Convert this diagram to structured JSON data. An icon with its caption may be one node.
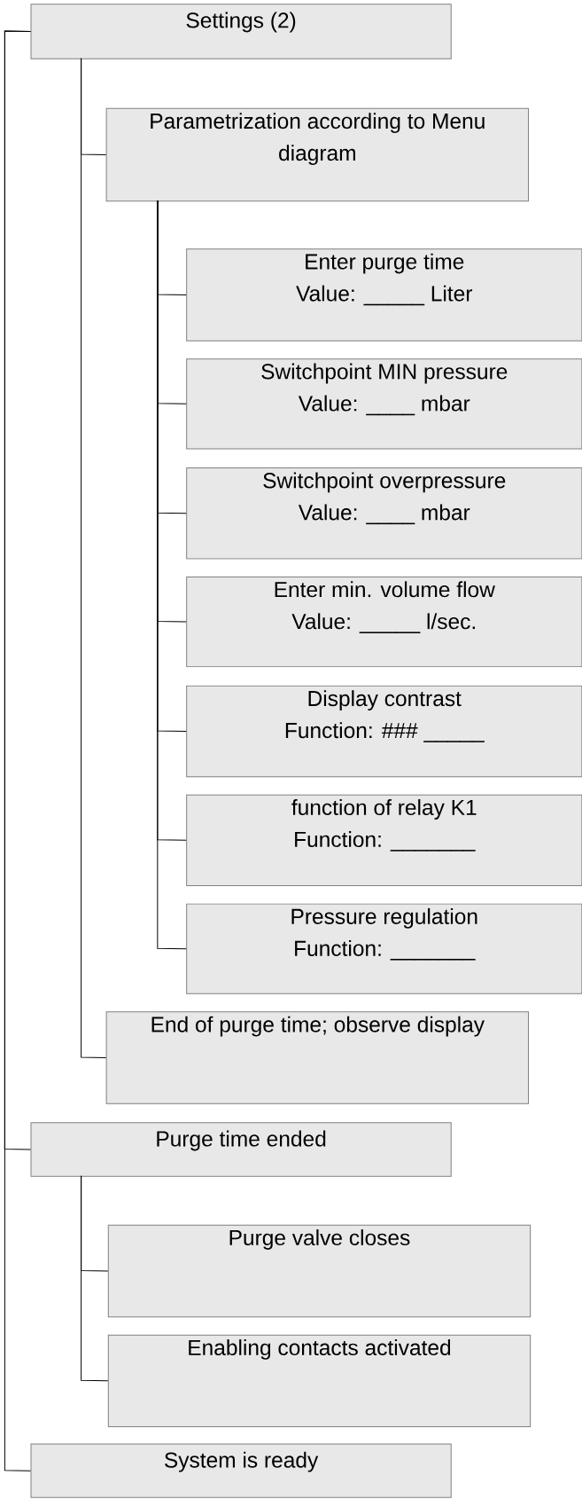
{
  "diagram": {
    "nodes": [
      {
        "text": [
          "Settings (2)"
        ]
      },
      {
        "text": [
          "Parametrization according to Menu diagram"
        ]
      },
      {
        "text": [
          "Enter purge time",
          "Value: _____ Liter"
        ]
      },
      {
        "text": [
          "Switchpoint MIN pressure",
          "Value: ____ mbar"
        ]
      },
      {
        "text": [
          "Switchpoint overpressure",
          "Value: ____ mbar"
        ]
      },
      {
        "text": [
          "Enter min. volume flow",
          "Value: _____ l/sec."
        ]
      },
      {
        "text": [
          "Display contrast",
          "Function: ### _____"
        ]
      },
      {
        "text": [
          "function of relay K1",
          "Function: _______"
        ]
      },
      {
        "text": [
          "Pressure regulation",
          "Function: _______"
        ]
      },
      {
        "text": [
          "End of purge time; observe display"
        ]
      },
      {
        "text": [
          "Purge time ended"
        ]
      },
      {
        "text": [
          "Purge valve closes"
        ]
      },
      {
        "text": [
          "Enabling contacts activated"
        ]
      },
      {
        "text": [
          "System is ready"
        ]
      }
    ],
    "edges": [
      {
        "from": 0,
        "to": 1,
        "arrow": "none"
      },
      {
        "from": 1,
        "to": 2,
        "arrow": "none"
      },
      {
        "from": 1,
        "to": 3,
        "arrow": "none"
      },
      {
        "from": 1,
        "to": 4,
        "arrow": "none"
      },
      {
        "from": 1,
        "to": 5,
        "arrow": "none"
      },
      {
        "from": 1,
        "to": 6,
        "arrow": "none"
      },
      {
        "from": 1,
        "to": 7,
        "arrow": "none"
      },
      {
        "from": 1,
        "to": 8,
        "arrow": "none"
      },
      {
        "from": 0,
        "to": 9,
        "arrow": "none"
      },
      {
        "from": 0,
        "to": 10,
        "arrow": "none"
      },
      {
        "from": 10,
        "to": 11,
        "arrow": "none"
      },
      {
        "from": 10,
        "to": 12,
        "arrow": "none"
      },
      {
        "from": 0,
        "to": 13,
        "arrow": "none"
      }
    ]
  }
}
